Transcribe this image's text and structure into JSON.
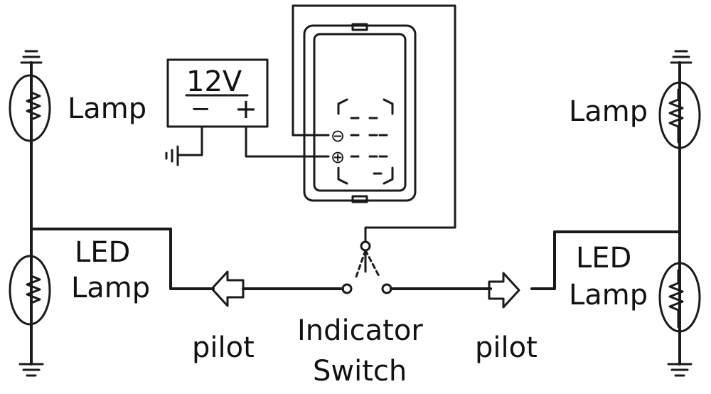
{
  "battery": {
    "voltage": "12V",
    "neg": "−",
    "pos": "+"
  },
  "relay": {
    "neg_terminal": "⊖",
    "pos_terminal": "⊕"
  },
  "left": {
    "lamp": "Lamp",
    "led_line1": "LED",
    "led_line2": "Lamp",
    "pilot": "pilot"
  },
  "right": {
    "lamp": "Lamp",
    "led_line1": "LED",
    "led_line2": "Lamp",
    "pilot": "pilot"
  },
  "switch": {
    "line1": "Indicator",
    "line2": "Switch"
  },
  "colors": {
    "ink": "#1a1a1a",
    "background": "#ffffff"
  }
}
